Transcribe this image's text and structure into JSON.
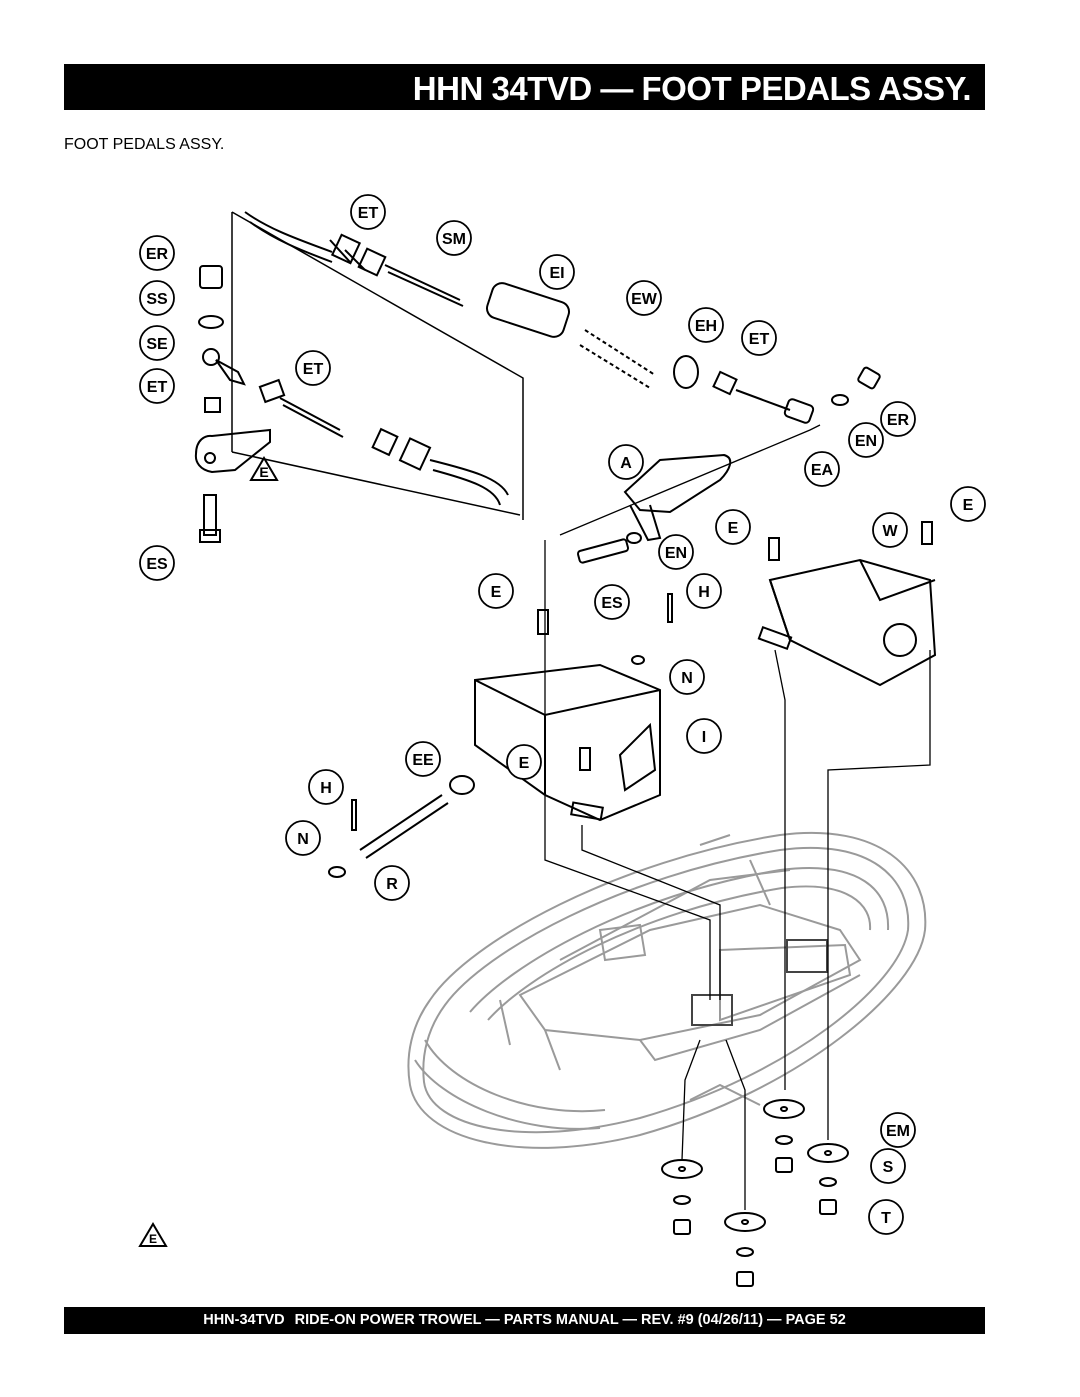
{
  "header": {
    "title": "HHN 34TVD — FOOT PEDALS ASSY."
  },
  "subtitle": "FOOT PEDALS ASSY.",
  "callouts": [
    "ET",
    "SM",
    "ER",
    "EI",
    "EW",
    "SS",
    "EH",
    "ET",
    "SE",
    "ET",
    "ET",
    "ER",
    "EN",
    "E",
    "A",
    "EA",
    "E",
    "E",
    "W",
    "ES",
    "EN",
    "E",
    "ES",
    "H",
    "N",
    "I",
    "EE",
    "E",
    "H",
    "N",
    "R",
    "EM",
    "S",
    "T",
    "E"
  ],
  "footer": {
    "model": "HHN-34TVD",
    "text": "RIDE-ON POWER TROWEL — PARTS MANUAL — REV. #9 (04/26/11) — PAGE 52"
  },
  "colors": {
    "bar_background": "#000000",
    "bar_text": "#ffffff",
    "trowel_outline": "#9a9a9a"
  }
}
